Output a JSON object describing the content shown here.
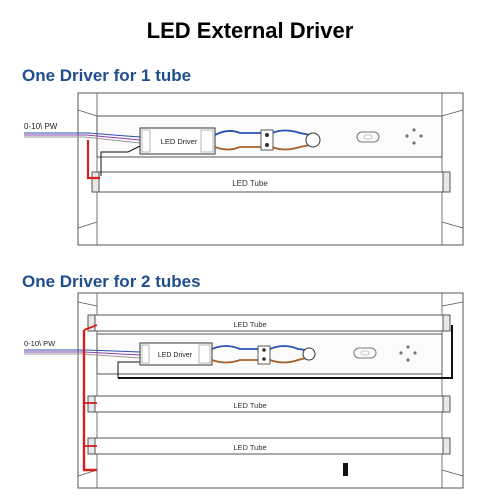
{
  "title": "LED External Driver",
  "sections": [
    {
      "heading": "One Driver for 1 tube",
      "input_label": "0-10\\ PW",
      "driver_label": "LED Driver",
      "tubes": [
        "LED Tube"
      ]
    },
    {
      "heading": "One Driver for 2 tubes",
      "input_label": "0-10\\ PW",
      "driver_label": "LED Driver",
      "tubes": [
        "LED Tube",
        "LED Tube",
        "LED Tube"
      ]
    }
  ],
  "colors": {
    "heading": "#1f4e8c",
    "wire_red": "#d62020",
    "wire_blue": "#2a4fb0",
    "wire_brown": "#a5612a",
    "wire_black": "#111111",
    "fixture_line": "#555555"
  }
}
